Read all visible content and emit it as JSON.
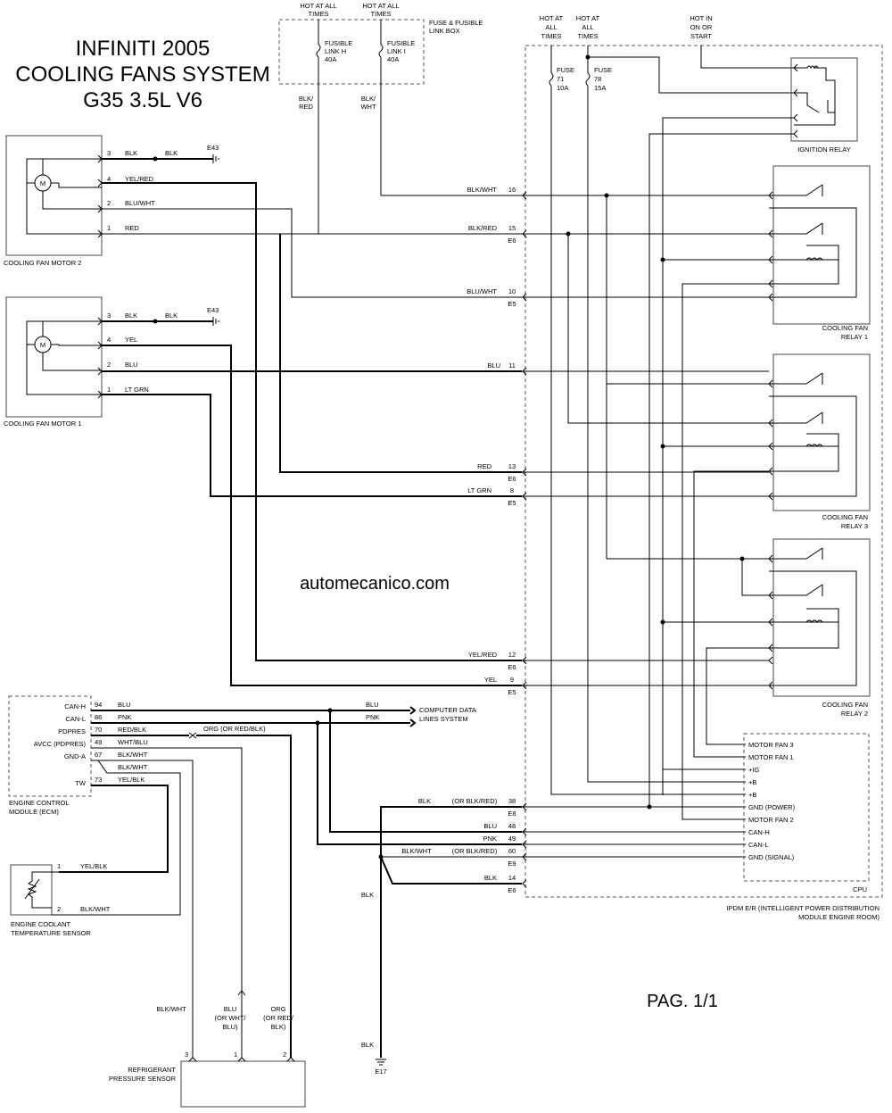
{
  "title": {
    "line1": "INFINITI 2005",
    "line2": "COOLING FANS SYSTEM",
    "line3": "G35 3.5L V6"
  },
  "watermark": "automecanico.com",
  "page_label": "PAG. 1/1",
  "fuse_box": {
    "hot1": [
      "HOT AT ALL",
      "TIMES"
    ],
    "hot2": [
      "HOT AT ALL",
      "TIMES"
    ],
    "label": [
      "FUSE & FUSIBLE",
      "LINK BOX"
    ],
    "link_h": [
      "FUSIBLE",
      "LINK H",
      "40A"
    ],
    "link_i": [
      "FUSIBLE",
      "LINK I",
      "40A"
    ],
    "wire_h": [
      "BLK/",
      "RED"
    ],
    "wire_i": [
      "BLK/",
      "WHT"
    ]
  },
  "ipdm_top": {
    "hot1": [
      "HOT AT",
      "ALL",
      "TIMES"
    ],
    "hot2": [
      "HOT AT",
      "ALL",
      "TIMES"
    ],
    "hot3": [
      "HOT IN",
      "ON OR",
      "START"
    ],
    "fuse71": [
      "FUSE",
      "71",
      "10A"
    ],
    "fuse78": [
      "FUSE",
      "78",
      "15A"
    ]
  },
  "relays": {
    "ignition": "IGNITION RELAY",
    "fan1": [
      "COOLING FAN",
      "RELAY 1"
    ],
    "fan3": [
      "COOLING FAN",
      "RELAY 3"
    ],
    "fan2": [
      "COOLING FAN",
      "RELAY 2"
    ]
  },
  "motor2": {
    "label": "COOLING FAN MOTOR 2",
    "m": "M",
    "pins": [
      {
        "pin": "3",
        "wire": "BLK"
      },
      {
        "pin": "4",
        "wire": "YEL/RED"
      },
      {
        "pin": "2",
        "wire": "BLU/WHT"
      },
      {
        "pin": "1",
        "wire": "RED"
      }
    ],
    "ground_wire": "BLK",
    "ground": "E43"
  },
  "motor1": {
    "label": "COOLING FAN MOTOR 1",
    "m": "M",
    "pins": [
      {
        "pin": "3",
        "wire": "BLK"
      },
      {
        "pin": "4",
        "wire": "YEL"
      },
      {
        "pin": "2",
        "wire": "BLU"
      },
      {
        "pin": "1",
        "wire": "LT GRN"
      }
    ],
    "ground_wire": "BLK",
    "ground": "E43"
  },
  "ipdm_pins": [
    {
      "wire": "BLK/WHT",
      "pin": "16",
      "conn": ""
    },
    {
      "wire": "BLK/RED",
      "pin": "15",
      "conn": "E6"
    },
    {
      "wire": "BLU/WHT",
      "pin": "10",
      "conn": "E5"
    },
    {
      "wire": "BLU",
      "pin": "11",
      "conn": ""
    },
    {
      "wire": "RED",
      "pin": "13",
      "conn": "E6"
    },
    {
      "wire": "LT GRN",
      "pin": "8",
      "conn": "E5"
    },
    {
      "wire": "YEL/RED",
      "pin": "12",
      "conn": "E6"
    },
    {
      "wire": "YEL",
      "pin": "9",
      "conn": "E5"
    },
    {
      "wire": "BLK",
      "alt": "(OR BLK/RED)",
      "pin": "38",
      "conn": "E8"
    },
    {
      "wire": "BLU",
      "pin": "48",
      "conn": ""
    },
    {
      "wire": "PNK",
      "pin": "49",
      "conn": ""
    },
    {
      "wire": "BLK/WHT",
      "alt": "(OR BLK/RED)",
      "pin": "60",
      "conn": "E9"
    },
    {
      "wire": "BLK",
      "pin": "14",
      "conn": "E6"
    }
  ],
  "cpu": {
    "label": "CPU",
    "rows": [
      "MOTOR FAN 3",
      "MOTOR FAN 1",
      "+IG",
      "+B",
      "+B",
      "GND (POWER)",
      "MOTOR FAN 2",
      "CAN-H",
      "CAN-L",
      "GND (SIGNAL)"
    ]
  },
  "ipdm_label": [
    "IPDM E/R (INTELLIGENT POWER DISTRIBUTION",
    "MODULE ENGINE ROOM)"
  ],
  "ecm": {
    "label": [
      "ENGINE CONTROL",
      "MODULE (ECM)"
    ],
    "rows": [
      {
        "name": "CAN-H",
        "pin": "94",
        "wire": "BLU"
      },
      {
        "name": "CAN-L",
        "pin": "86",
        "wire": "PNK"
      },
      {
        "name": "PDPRES",
        "pin": "70",
        "wire": "RED/BLK"
      },
      {
        "name": "AVCC (PDPRES)",
        "pin": "49",
        "wire": "WHT/BLU"
      },
      {
        "name": "GND-A",
        "pin": "67",
        "wire": "BLK/WHT"
      },
      {
        "name": "",
        "pin": "",
        "wire": "BLK/WHT"
      },
      {
        "name": "TW",
        "pin": "73",
        "wire": "YEL/BLK"
      }
    ],
    "org_label": "ORG  (OR RED/BLK)"
  },
  "data_lines": {
    "blu": "BLU",
    "pnk": "PNK",
    "label": [
      "COMPUTER DATA",
      "LINES SYSTEM"
    ]
  },
  "coolant": {
    "label": [
      "ENGINE COOLANT",
      "TEMPERATURE SENSOR"
    ],
    "pin1": "1",
    "wire1": "YEL/BLK",
    "pin2": "2",
    "wire2": "BLK/WHT"
  },
  "pressure": {
    "label": [
      "REFRIGERANT",
      "PRESSURE SENSOR"
    ],
    "pins": [
      "3",
      "1",
      "2"
    ],
    "wire3": "BLK/WHT",
    "wire1": [
      "BLU",
      "(OR WHT/",
      "BLU)"
    ],
    "wire2": [
      "ORG",
      "(OR RED/",
      "BLK)"
    ]
  },
  "ground_e17": {
    "wire_top": "BLK",
    "wire_bot": "BLK",
    "name": "E17"
  }
}
